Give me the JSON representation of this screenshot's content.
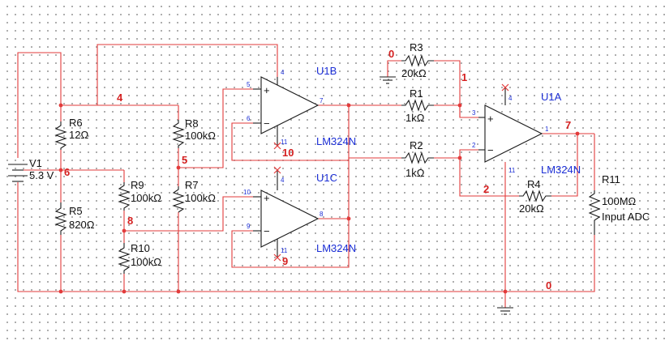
{
  "colors": {
    "wire": "#e23b3b",
    "node_label": "#d42020",
    "chip_label": "#1c2fd6",
    "component_label": "#111111",
    "background": "#ffffff",
    "grid_dot": "#9a9a9a"
  },
  "components": {
    "v1": {
      "ref": "V1",
      "value": "5.3 V"
    },
    "r1": {
      "ref": "R1",
      "value": "1kΩ"
    },
    "r2": {
      "ref": "R2",
      "value": "1kΩ"
    },
    "r3": {
      "ref": "R3",
      "value": "20kΩ"
    },
    "r4": {
      "ref": "R4",
      "value": "20kΩ"
    },
    "r5": {
      "ref": "R5",
      "value": "820Ω"
    },
    "r6": {
      "ref": "R6",
      "value": "12Ω"
    },
    "r7": {
      "ref": "R7",
      "value": "100kΩ"
    },
    "r8": {
      "ref": "R8",
      "value": "100kΩ"
    },
    "r9": {
      "ref": "R9",
      "value": "100kΩ"
    },
    "r10": {
      "ref": "R10",
      "value": "100kΩ"
    },
    "r11": {
      "ref": "R11",
      "value": "100MΩ",
      "note": "Input ADC"
    }
  },
  "opamps": {
    "u1a": {
      "ref": "U1A",
      "part": "LM324N",
      "pins": {
        "in_plus": "3",
        "in_minus": "2",
        "out": "1",
        "vplus": "4",
        "vminus": "11"
      }
    },
    "u1b": {
      "ref": "U1B",
      "part": "LM324N",
      "pins": {
        "in_plus": "5",
        "in_minus": "6",
        "out": "7",
        "vplus": "4",
        "vminus": "11"
      }
    },
    "u1c": {
      "ref": "U1C",
      "part": "LM324N",
      "pins": {
        "in_plus": "10",
        "in_minus": "9",
        "out": "8",
        "vplus": "4",
        "vminus": "11"
      }
    }
  },
  "nets": {
    "n0_top": "0",
    "n0_bottom": "0",
    "n1": "1",
    "n2": "2",
    "n4": "4",
    "n5": "5",
    "n6": "6",
    "n7": "7",
    "n8": "8",
    "n9": "9",
    "n10": "10"
  },
  "symbols": {
    "polarity_plus": "+",
    "polarity_minus": "−"
  }
}
